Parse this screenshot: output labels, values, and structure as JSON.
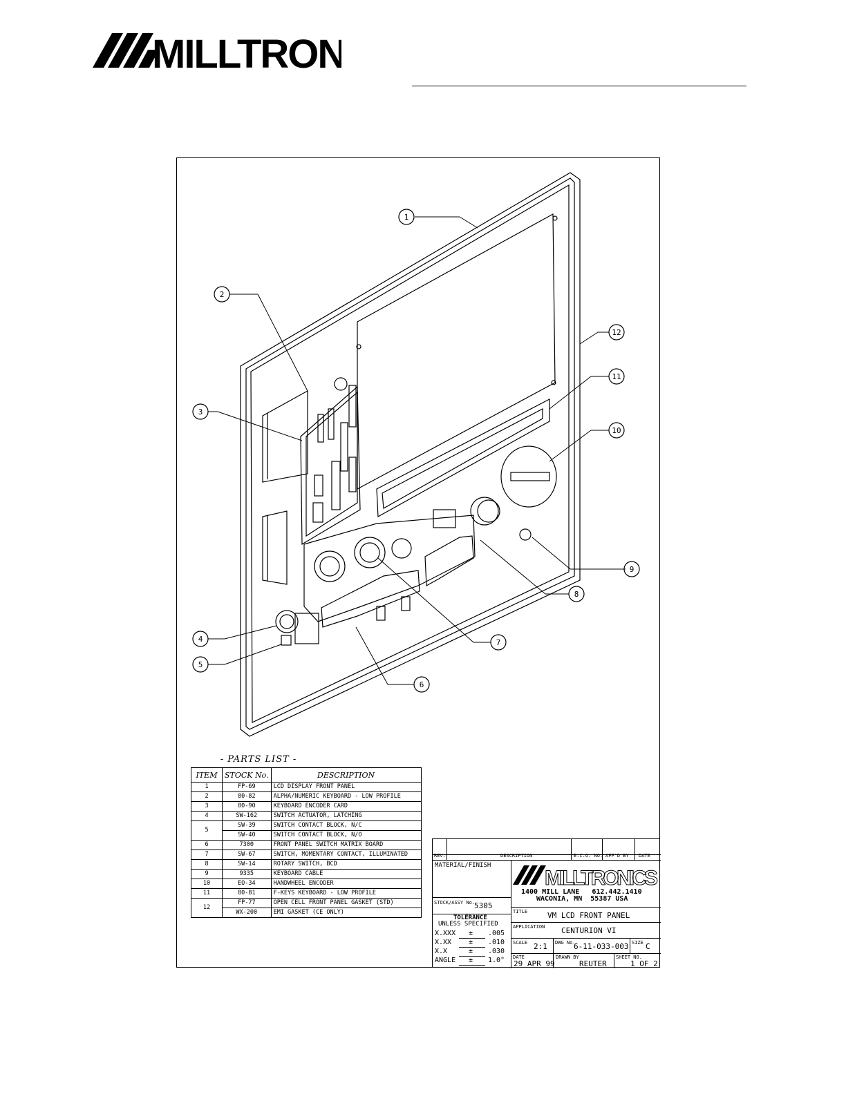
{
  "header": {
    "brand": "MILLTRONICS"
  },
  "callouts": [
    "1",
    "2",
    "3",
    "4",
    "5",
    "6",
    "7",
    "8",
    "9",
    "10",
    "11",
    "12"
  ],
  "parts_list": {
    "title": "- PARTS LIST -",
    "headers": [
      "ITEM",
      "STOCK No.",
      "DESCRIPTION"
    ],
    "rows": [
      {
        "item": "1",
        "stock": "FP-69",
        "desc": "LCD DISPLAY FRONT PANEL"
      },
      {
        "item": "2",
        "stock": "80-82",
        "desc": "ALPHA/NUMERIC KEYBOARD - LOW PROFILE"
      },
      {
        "item": "3",
        "stock": "80-90",
        "desc": "KEYBOARD ENCODER CARD"
      },
      {
        "item": "4",
        "stock": "SW-162",
        "desc": "SWITCH ACTUATOR, LATCHING"
      },
      {
        "item": "5",
        "stock": "SW-39",
        "desc": "SWITCH CONTACT BLOCK, N/C"
      },
      {
        "item": "",
        "stock": "SW-40",
        "desc": "SWITCH CONTACT BLOCK, N/O"
      },
      {
        "item": "6",
        "stock": "7300",
        "desc": "FRONT PANEL SWITCH MATRIX BOARD"
      },
      {
        "item": "7",
        "stock": "SW-67",
        "desc": "SWITCH, MOMENTARY CONTACT, ILLUMINATED"
      },
      {
        "item": "8",
        "stock": "SW-14",
        "desc": "ROTARY SWITCH, BCD"
      },
      {
        "item": "9",
        "stock": "9335",
        "desc": "KEYBOARD CABLE"
      },
      {
        "item": "10",
        "stock": "EO-34",
        "desc": "HANDWHEEL ENCODER"
      },
      {
        "item": "11",
        "stock": "80-81",
        "desc": "F-KEYS KEYBOARD - LOW PROFILE"
      },
      {
        "item": "12",
        "stock": "FP-77",
        "desc": "OPEN CELL FRONT PANEL GASKET (STD)"
      },
      {
        "item": "",
        "stock": "WX-200",
        "desc": "EMI GASKET (CE ONLY)"
      }
    ]
  },
  "title_block": {
    "rev_label": "REV.",
    "desc_label": "DESCRIPTION",
    "eco_label": "E.C.O. NO.",
    "appd_label": "APP'D BY",
    "date_label": "DATE",
    "material_label": "MATERIAL/FINISH",
    "stock_label": "STOCK/ASSY No.",
    "stock_value": "5305",
    "tolerance_label": "TOLERANCE",
    "unless_label": "UNLESS SPECIFIED",
    "tolerances": [
      {
        "fmt": "X.XXX",
        "sym": "±",
        "val": ".005"
      },
      {
        "fmt": "X.XX",
        "sym": "±",
        "val": ".010"
      },
      {
        "fmt": "X.X",
        "sym": "±",
        "val": ".030"
      },
      {
        "fmt": "ANGLE",
        "sym": "±",
        "val": "1.0°"
      }
    ],
    "company": "MILLTRONICS",
    "address1": "1400 MILL LANE   612.442.1410",
    "address2": "WACONIA, MN  55387 USA",
    "title_label": "TITLE",
    "title_value": "VM LCD FRONT PANEL",
    "application_label": "APPLICATION",
    "application_value": "CENTURION VI",
    "scale_label": "SCALE",
    "scale_value": "2:1",
    "dwg_label": "DWG No.",
    "dwg_value": "6-11-033-003",
    "size_label": "SIZE",
    "size_value": "C",
    "date_field_label": "DATE",
    "date_value": "29 APR 99",
    "drawn_label": "DRAWN BY",
    "drawn_value": "REUTER",
    "sheet_label": "SHEET NO.",
    "sheet_value": "1 OF 2"
  }
}
